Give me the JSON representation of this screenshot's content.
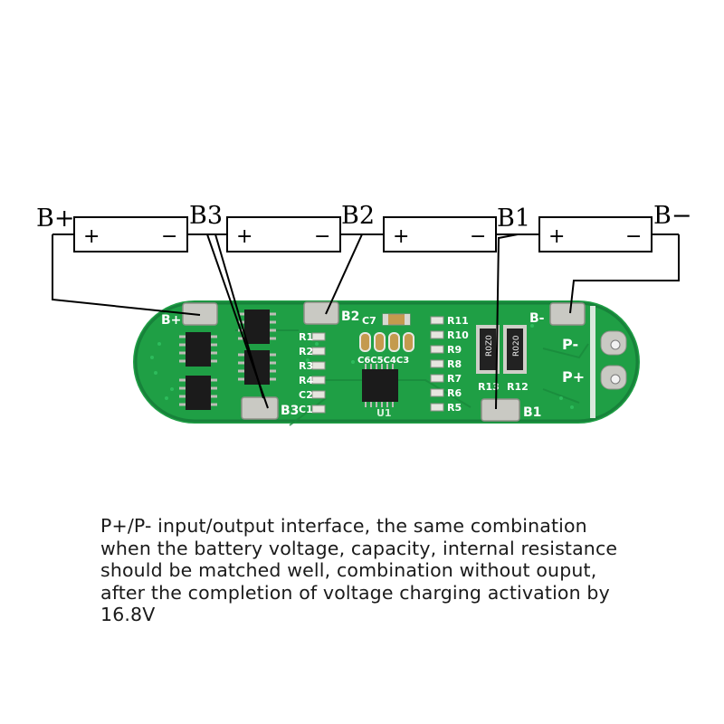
{
  "diagram": {
    "battery_nodes": [
      {
        "id": "bplus",
        "label": "B+"
      },
      {
        "id": "b3",
        "label": "B3"
      },
      {
        "id": "b2",
        "label": "B2"
      },
      {
        "id": "b1",
        "label": "B1"
      },
      {
        "id": "bminus",
        "label": "B−"
      }
    ],
    "cell_polarity": {
      "positive": "+",
      "negative": "−"
    },
    "cell_count": 4,
    "pcb": {
      "pad_labels": {
        "bplus": "B+",
        "b3": "B3",
        "b2": "B2",
        "b1": "B1",
        "bminus": "B-"
      },
      "output_labels": {
        "pminus": "P-",
        "pplus": "P+"
      },
      "resistors_left": [
        "R1",
        "R2",
        "R3",
        "R4",
        "C2",
        "C1"
      ],
      "resistors_right": [
        "R11",
        "R10",
        "R9",
        "R8",
        "R7",
        "R6",
        "R5"
      ],
      "caps_top": [
        "C7"
      ],
      "caps_row": "C6C5C4C3",
      "shunt_labels": [
        "R13",
        "R12"
      ],
      "shunt_markings": [
        "R0Z0",
        "R020"
      ],
      "ic_label": "U1"
    },
    "colors": {
      "board": "#1f9f45",
      "board_dark": "#17823a",
      "pad": "#c9c9c3",
      "chip": "#1b1b1b",
      "wire": "#000000"
    }
  },
  "caption": {
    "lines": [
      "P+/P- input/output interface, the same combination",
      "when the battery voltage, capacity, internal resistance",
      "should be matched well, combination without ouput,",
      "after the completion of voltage charging activation by",
      "16.8V"
    ]
  }
}
